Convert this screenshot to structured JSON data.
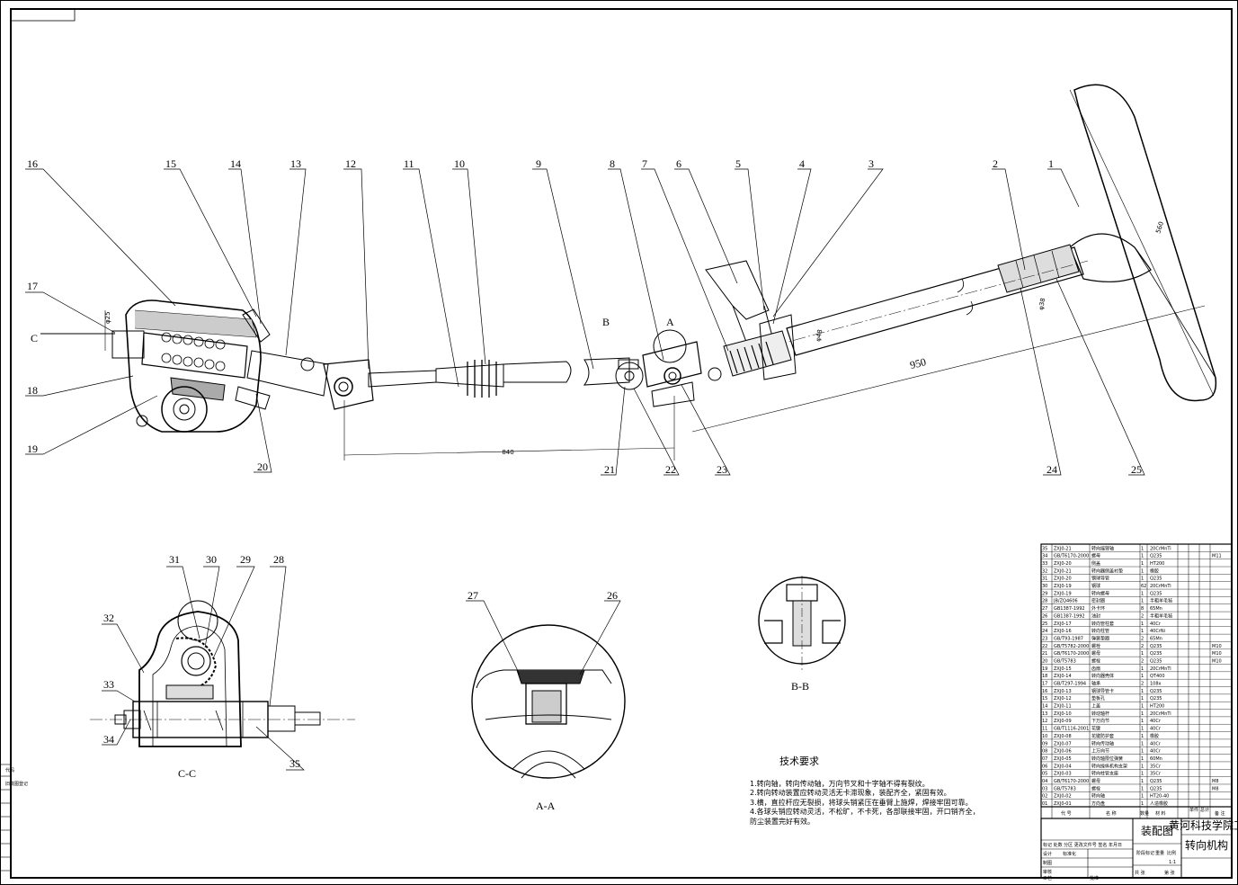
{
  "callouts": [
    "1",
    "2",
    "3",
    "4",
    "5",
    "6",
    "7",
    "8",
    "9",
    "10",
    "11",
    "12",
    "13",
    "14",
    "15",
    "16",
    "17",
    "18",
    "19",
    "20",
    "21",
    "22",
    "23",
    "24",
    "25",
    "26",
    "27",
    "28",
    "29",
    "30",
    "31",
    "32",
    "33",
    "34",
    "35"
  ],
  "dimensions": {
    "d840": "840",
    "d950": "950",
    "d560": "560",
    "d48": "φ48",
    "d38": "φ38",
    "d25": "φ25"
  },
  "section_marks": {
    "C": "C",
    "A": "A",
    "B": "B"
  },
  "view_labels": {
    "cc": "C-C",
    "aa": "A-A",
    "bb": "B-B"
  },
  "notes": {
    "title": "技术要求",
    "items": [
      "1.转向轴，转向传动轴，万向节叉和十字轴不得有裂纹。",
      "2.转向转动装置应转动灵活无卡滞现象，装配齐全，紧固有效。",
      "3.横，直拉杆应无裂损，将球头销紧压在垂臂上施焊，焊接牢固可靠。",
      "4.各球头销应转动灵活，不松旷，不卡死，各部联接牢固，开口销齐全，",
      "防尘装置完好有效。"
    ]
  },
  "bom_rows": [
    [
      "35",
      "ZXJ0-21",
      "转向摇臂轴",
      "1",
      "20CrMnTi",
      ""
    ],
    [
      "34",
      "GB/T6170-2000",
      "螺母",
      "1",
      "Q235",
      "M11"
    ],
    [
      "33",
      "ZXJ0-20",
      "侧盖",
      "1",
      "HT200",
      ""
    ],
    [
      "32",
      "ZXJ0-21",
      "转向器侧盖衬垫",
      "1",
      "橡胶",
      ""
    ],
    [
      "31",
      "ZXJ0-20",
      "钢球导管",
      "1",
      "Q235",
      ""
    ],
    [
      "30",
      "ZXJ0-19",
      "钢球",
      "62",
      "20CrMnTi",
      ""
    ],
    [
      "29",
      "ZXJ0-19",
      "转向螺母",
      "1",
      "Q235",
      ""
    ],
    [
      "28",
      "JB/ZQ4606",
      "密封圈",
      "1",
      "半粗羊毛毡",
      ""
    ],
    [
      "27",
      "GB1387-1992",
      "外卡环",
      "8",
      "65Mn",
      ""
    ],
    [
      "26",
      "GB1387-1992",
      "油封",
      "2",
      "半粗羊毛毡",
      ""
    ],
    [
      "25",
      "ZXJ0-17",
      "转向管柱套",
      "1",
      "40Cr",
      ""
    ],
    [
      "24",
      "ZXJ0-16",
      "转向柱管",
      "1",
      "40CrNi",
      ""
    ],
    [
      "23",
      "GB/T93-1987",
      "弹簧垫圈",
      "2",
      "65Mn",
      ""
    ],
    [
      "22",
      "GB/T5782-2000",
      "螺栓",
      "2",
      "Q235",
      "M10"
    ],
    [
      "21",
      "GB/T6170-2000",
      "螺母",
      "1",
      "Q235",
      "M10"
    ],
    [
      "20",
      "GB/T5783",
      "螺栓",
      "2",
      "Q235",
      "M10"
    ],
    [
      "19",
      "ZXJ0-15",
      "齿扇",
      "1",
      "20CrMnTi",
      ""
    ],
    [
      "18",
      "ZXJ0-14",
      "转向器壳体",
      "1",
      "QT400",
      ""
    ],
    [
      "17",
      "GB/T297-1994",
      "轴承",
      "2",
      "108x",
      ""
    ],
    [
      "16",
      "ZXJ0-13",
      "钢球导管卡",
      "1",
      "Q235",
      ""
    ],
    [
      "15",
      "ZXJ0-12",
      "垫板孔",
      "1",
      "Q235",
      ""
    ],
    [
      "14",
      "ZXJ0-11",
      "上盖",
      "1",
      "HT200",
      ""
    ],
    [
      "13",
      "ZXJ0-10",
      "转动轴杆",
      "1",
      "20CrMnTi",
      ""
    ],
    [
      "12",
      "ZXJ0-09",
      "下万向节",
      "1",
      "40Cr",
      ""
    ],
    [
      "11",
      "GB/T1116-2001",
      "花键",
      "1",
      "40Cr",
      ""
    ],
    [
      "10",
      "ZXJ0-08",
      "花键防护套",
      "1",
      "橡胶",
      ""
    ],
    [
      "09",
      "ZXJ0-07",
      "转向传动轴",
      "1",
      "40Cr",
      ""
    ],
    [
      "08",
      "ZXJ0-06",
      "上万向节",
      "1",
      "40Cr",
      ""
    ],
    [
      "07",
      "ZXJ0-05",
      "转向轴限位弹簧",
      "1",
      "60Mn",
      ""
    ],
    [
      "06",
      "ZXJ0-04",
      "转向操纵机构支架",
      "1",
      "35Cr",
      ""
    ],
    [
      "05",
      "ZXJ0-03",
      "转向柱管支座",
      "1",
      "35Cr",
      ""
    ],
    [
      "04",
      "GB/T6170-2000",
      "螺母",
      "1",
      "Q235",
      "M8"
    ],
    [
      "03",
      "GB/T5783",
      "螺栓",
      "1",
      "Q235",
      "M8"
    ],
    [
      "02",
      "ZXJ0-02",
      "转向轴",
      "1",
      "HT20-40",
      ""
    ],
    [
      "01",
      "ZXJ0-01",
      "方向盘",
      "1",
      "人造橡胶",
      ""
    ]
  ],
  "bom_header": {
    "code": "代 号",
    "name": "名 称",
    "qty": "数量",
    "material": "材 料",
    "single": "单件",
    "total": "总计",
    "weight": "重量",
    "remark": "备 注"
  },
  "title_block": {
    "drawing_type": "装配图",
    "school": "黄河科技学院工",
    "part_name": "转向机构",
    "stage_label": "阶段标记",
    "weight_label": "重量",
    "scale_label": "比例",
    "scale": "1:1",
    "total_sheets": "共 张",
    "sheet_no": "第 张",
    "rev_header": "标记 处数 分区 更改文件号 签名 年月日",
    "design": "设计",
    "standard": "标准化",
    "drafting": "制图",
    "review": "审核",
    "process": "工艺",
    "approve": "批准"
  },
  "side_strip": [
    "代码",
    "旧底图登记",
    "",
    "",
    "",
    "",
    "",
    "",
    ""
  ]
}
